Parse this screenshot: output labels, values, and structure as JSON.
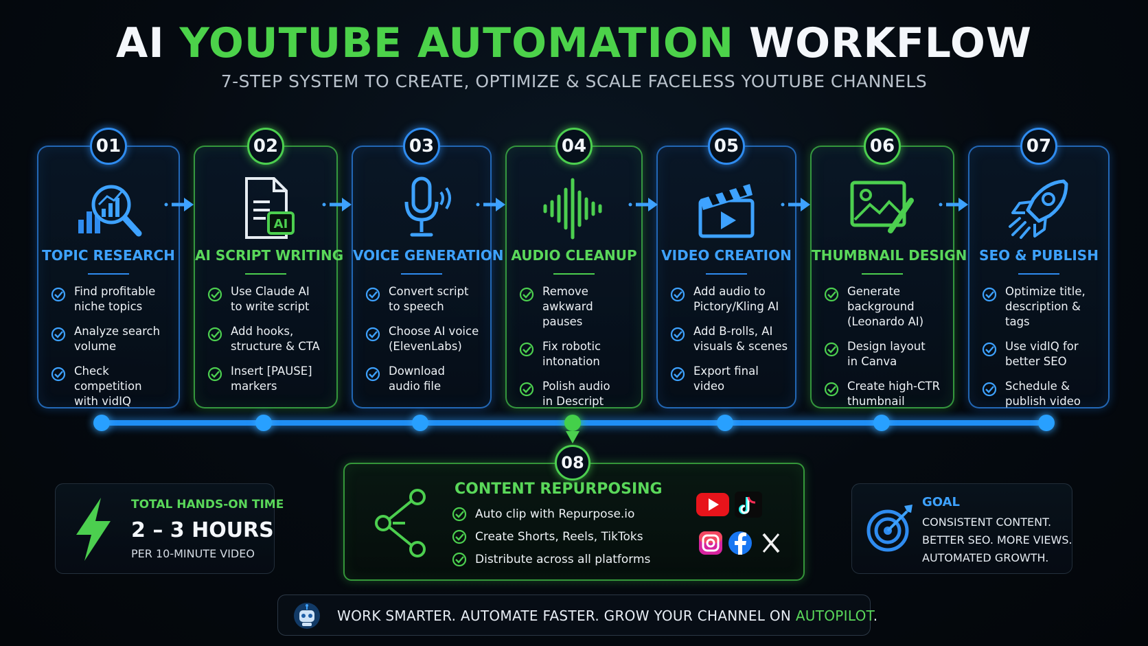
{
  "header": {
    "title_part1": "AI ",
    "title_part2": "YOUTUBE AUTOMATION",
    "title_part3": " WORKFLOW",
    "subtitle": "7-STEP SYSTEM TO CREATE, OPTIMIZE & SCALE FACELESS YOUTUBE CHANNELS"
  },
  "colors": {
    "blue": "#2f8cf0",
    "green": "#4ccf4f",
    "background": "#050a10"
  },
  "steps": [
    {
      "number": "01",
      "title": "TOPIC RESEARCH",
      "icon": "analytics-magnifier-icon",
      "theme": "blue",
      "items": [
        [
          "Find profitable",
          "niche topics"
        ],
        [
          "Analyze search",
          "volume"
        ],
        [
          "Check competition",
          "with vidIQ"
        ]
      ]
    },
    {
      "number": "02",
      "title": "AI SCRIPT WRITING",
      "icon": "ai-document-icon",
      "theme": "green",
      "items": [
        [
          "Use Claude AI",
          "to write script"
        ],
        [
          "Add hooks,",
          "structure & CTA"
        ],
        [
          "Insert [PAUSE]",
          "markers"
        ]
      ]
    },
    {
      "number": "03",
      "title": "VOICE GENERATION",
      "icon": "microphone-icon",
      "theme": "blue",
      "items": [
        [
          "Convert script",
          "to speech"
        ],
        [
          "Choose AI voice",
          "(ElevenLabs)"
        ],
        [
          "Download",
          "audio file"
        ]
      ]
    },
    {
      "number": "04",
      "title": "AUDIO CLEANUP",
      "icon": "sound-wave-icon",
      "theme": "green",
      "items": [
        [
          "Remove awkward",
          "pauses"
        ],
        [
          "Fix robotic",
          "intonation"
        ],
        [
          "Polish audio",
          "in Descript"
        ]
      ]
    },
    {
      "number": "05",
      "title": "VIDEO CREATION",
      "icon": "clapperboard-icon",
      "theme": "blue",
      "items": [
        [
          "Add audio to",
          "Pictory/Kling AI"
        ],
        [
          "Add B-rolls, AI",
          "visuals & scenes"
        ],
        [
          "Export final",
          "video"
        ]
      ]
    },
    {
      "number": "06",
      "title": "THUMBNAIL DESIGN",
      "icon": "image-pencil-icon",
      "theme": "green",
      "items": [
        [
          "Generate background",
          "(Leonardo AI)"
        ],
        [
          "Design layout",
          "in Canva"
        ],
        [
          "Create high-CTR",
          "thumbnail"
        ]
      ]
    },
    {
      "number": "07",
      "title": "SEO & PUBLISH",
      "icon": "rocket-icon",
      "theme": "blue",
      "items": [
        [
          "Optimize title,",
          "description & tags"
        ],
        [
          "Use vidIQ for",
          "better SEO"
        ],
        [
          "Schedule &",
          "publish video"
        ]
      ]
    }
  ],
  "time": {
    "label": "TOTAL HANDS-ON TIME",
    "value": "2 – 3 HOURS",
    "note": "PER 10-MINUTE VIDEO"
  },
  "repurpose": {
    "number": "08",
    "title": "CONTENT REPURPOSING",
    "items": [
      "Auto clip with Repurpose.io",
      "Create Shorts, Reels, TikToks",
      "Distribute across all platforms"
    ],
    "platforms": [
      "youtube-icon",
      "tiktok-icon",
      "instagram-icon",
      "facebook-icon",
      "x-icon"
    ]
  },
  "goal": {
    "label": "GOAL",
    "lines": [
      "CONSISTENT CONTENT.",
      "BETTER SEO. MORE VIEWS.",
      "AUTOMATED GROWTH."
    ]
  },
  "footer": {
    "text_main": "WORK SMARTER. AUTOMATE FASTER. GROW YOUR CHANNEL ON ",
    "text_highlight": "AUTOPILOT",
    "text_end": "."
  }
}
